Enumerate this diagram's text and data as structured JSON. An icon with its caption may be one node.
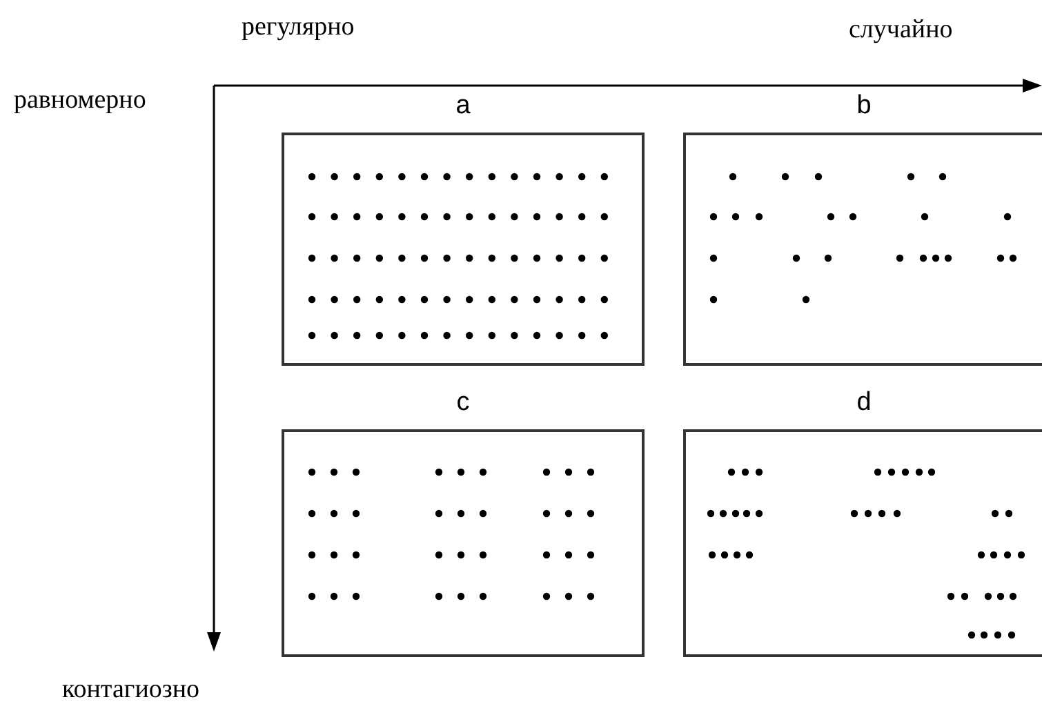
{
  "diagram": {
    "nodes": [
      {
        "text": [
          "a"
        ]
      },
      {
        "text": [
          "b"
        ]
      },
      {
        "text": [
          "c"
        ]
      },
      {
        "text": [
          "d"
        ]
      }
    ],
    "labels": [
      "регулярно",
      "случайно",
      "равномерно",
      "контагиозно"
    ]
  }
}
